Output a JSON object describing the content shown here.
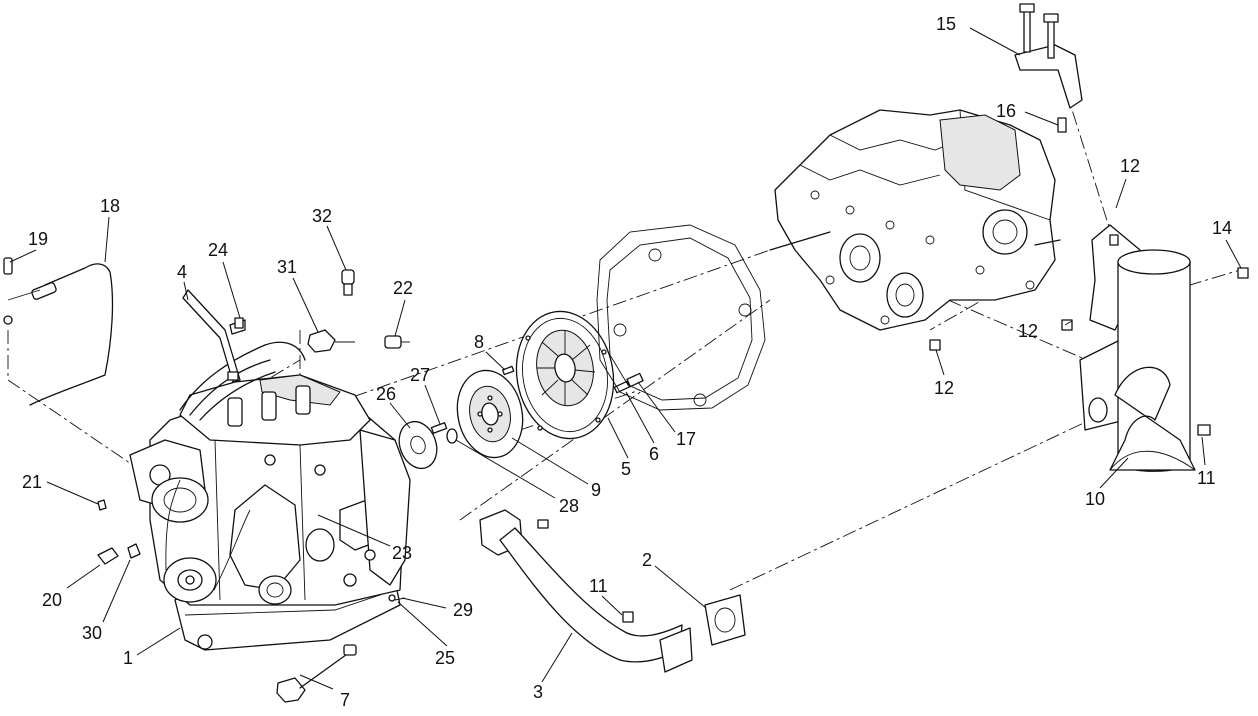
{
  "callouts": [
    {
      "id": "c1",
      "text": "1"
    },
    {
      "id": "c2",
      "text": "2"
    },
    {
      "id": "c3",
      "text": "3"
    },
    {
      "id": "c4",
      "text": "4"
    },
    {
      "id": "c5",
      "text": "5"
    },
    {
      "id": "c6",
      "text": "6"
    },
    {
      "id": "c7",
      "text": "7"
    },
    {
      "id": "c8",
      "text": "8"
    },
    {
      "id": "c9",
      "text": "9"
    },
    {
      "id": "c10",
      "text": "10"
    },
    {
      "id": "c11a",
      "text": "11"
    },
    {
      "id": "c11b",
      "text": "11"
    },
    {
      "id": "c12a",
      "text": "12"
    },
    {
      "id": "c12b",
      "text": "12"
    },
    {
      "id": "c12c",
      "text": "12"
    },
    {
      "id": "c14",
      "text": "14"
    },
    {
      "id": "c15",
      "text": "15"
    },
    {
      "id": "c16",
      "text": "16"
    },
    {
      "id": "c17",
      "text": "17"
    },
    {
      "id": "c18",
      "text": "18"
    },
    {
      "id": "c19",
      "text": "19"
    },
    {
      "id": "c20",
      "text": "20"
    },
    {
      "id": "c21",
      "text": "21"
    },
    {
      "id": "c22",
      "text": "22"
    },
    {
      "id": "c23",
      "text": "23"
    },
    {
      "id": "c24",
      "text": "24"
    },
    {
      "id": "c25",
      "text": "25"
    },
    {
      "id": "c26",
      "text": "26"
    },
    {
      "id": "c27",
      "text": "27"
    },
    {
      "id": "c28",
      "text": "28"
    },
    {
      "id": "c29",
      "text": "29"
    },
    {
      "id": "c30",
      "text": "30"
    },
    {
      "id": "c31",
      "text": "31"
    },
    {
      "id": "c32",
      "text": "32"
    }
  ]
}
